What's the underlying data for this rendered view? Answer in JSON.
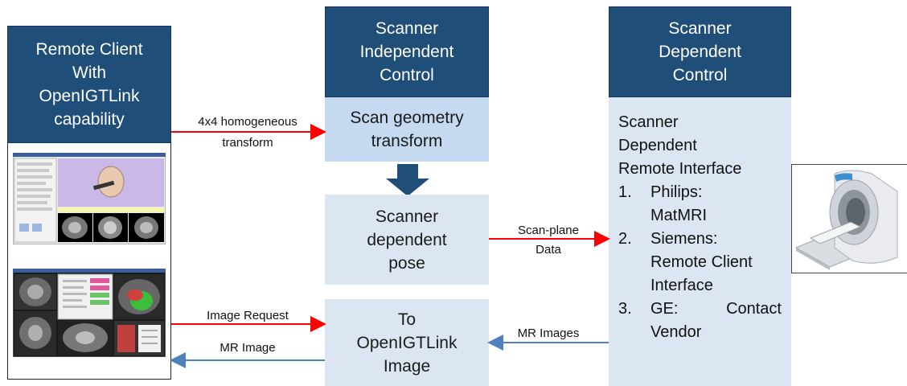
{
  "left": {
    "header": [
      "Remote Client",
      "With",
      "OpenIGTLink",
      "capability"
    ]
  },
  "center": {
    "header": [
      "Scanner",
      "Independent",
      "Control"
    ],
    "box1": [
      "Scan geometry",
      "transform"
    ],
    "box2": [
      "Scanner",
      "dependent",
      "pose"
    ],
    "box3": [
      "To",
      "OpenIGTLink",
      "Image"
    ]
  },
  "right": {
    "header": [
      "Scanner",
      "Dependent",
      "Control"
    ],
    "intro": [
      "Scanner",
      "Dependent",
      "Remote Interface"
    ],
    "items": [
      {
        "num": "1.",
        "lines": [
          "Philips:",
          "MatMRI"
        ]
      },
      {
        "num": "2.",
        "lines": [
          "Siemens:",
          "Remote Client",
          "Interface"
        ]
      },
      {
        "num": "3.",
        "first_a": "GE:",
        "first_b": "Contact",
        "rest": "Vendor"
      }
    ]
  },
  "arrows": {
    "transform_label": [
      "4x4 homogeneous",
      "transform"
    ],
    "scanplane_label": [
      "Scan-plane",
      "Data"
    ],
    "image_request_label": "Image Request",
    "mr_image_label": "MR Image",
    "mr_images_label": "MR Images"
  },
  "colors": {
    "header_bg": "#1f4e79",
    "light_bg": "#dce6f2",
    "mid_bg": "#c5d9f1",
    "red_arrow": "#ff0000",
    "blue_arrow": "#4f81bd",
    "down_arrow": "#1f4e79"
  }
}
